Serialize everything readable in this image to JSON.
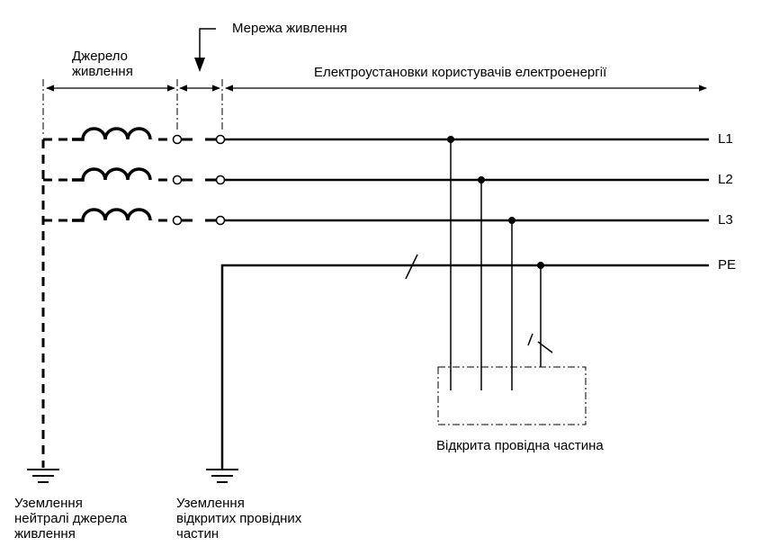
{
  "labels": {
    "supply_network": "Мережа живлення",
    "power_source": [
      "Джерело",
      "живлення"
    ],
    "consumer_installations": "Електроустановки користувачів електроенергії",
    "exposed_part": "Відкрита провідна частина",
    "neutral_earthing": [
      "Уземлення",
      "нейтралі джерела",
      "живлення"
    ],
    "exposed_parts_earthing": [
      "Уземлення",
      "відкритих провідних",
      "частин"
    ]
  },
  "conductors": [
    "L1",
    "L2",
    "L3",
    "PE"
  ],
  "colors": {
    "line": "#000000",
    "background": "#ffffff"
  }
}
